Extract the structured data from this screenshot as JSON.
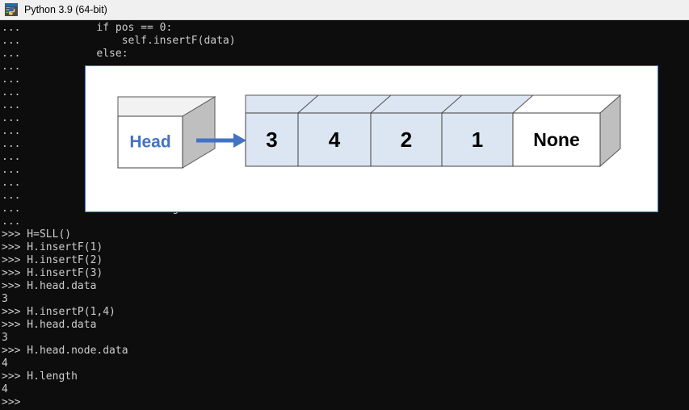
{
  "window": {
    "title": "Python 3.9 (64-bit)",
    "icon": "python-logo-icon"
  },
  "console": {
    "prompt_continuation": "...",
    "prompt_primary": ">>>",
    "lines": [
      {
        "kind": "continuation",
        "prompt": "...",
        "text": "            if pos == 0:"
      },
      {
        "kind": "continuation",
        "prompt": "...",
        "text": "                self.insertF(data)"
      },
      {
        "kind": "continuation",
        "prompt": "...",
        "text": "            else:"
      },
      {
        "kind": "continuation",
        "prompt": "...",
        "text": ""
      },
      {
        "kind": "continuation",
        "prompt": "...",
        "text": ""
      },
      {
        "kind": "continuation",
        "prompt": "...",
        "text": ""
      },
      {
        "kind": "continuation",
        "prompt": "...",
        "text": ""
      },
      {
        "kind": "continuation",
        "prompt": "...",
        "text": ""
      },
      {
        "kind": "continuation",
        "prompt": "...",
        "text": ""
      },
      {
        "kind": "continuation",
        "prompt": "...",
        "text": ""
      },
      {
        "kind": "continuation",
        "prompt": "...",
        "text": ""
      },
      {
        "kind": "continuation",
        "prompt": "...",
        "text": ""
      },
      {
        "kind": "continuation",
        "prompt": "...",
        "text": ""
      },
      {
        "kind": "continuation",
        "prompt": "...",
        "text": ""
      },
      {
        "kind": "continuation",
        "prompt": "...",
        "text": "                self.length + 1"
      },
      {
        "kind": "continuation",
        "prompt": "...",
        "text": ""
      },
      {
        "kind": "input",
        "prompt": ">>>",
        "text": " H=SLL()"
      },
      {
        "kind": "input",
        "prompt": ">>>",
        "text": " H.insertF(1)"
      },
      {
        "kind": "input",
        "prompt": ">>>",
        "text": " H.insertF(2)"
      },
      {
        "kind": "input",
        "prompt": ">>>",
        "text": " H.insertF(3)"
      },
      {
        "kind": "input",
        "prompt": ">>>",
        "text": " H.head.data"
      },
      {
        "kind": "output",
        "prompt": "",
        "text": "3"
      },
      {
        "kind": "input",
        "prompt": ">>>",
        "text": " H.insertP(1,4)"
      },
      {
        "kind": "input",
        "prompt": ">>>",
        "text": " H.head.data"
      },
      {
        "kind": "output",
        "prompt": "",
        "text": "3"
      },
      {
        "kind": "input",
        "prompt": ">>>",
        "text": " H.head.node.data"
      },
      {
        "kind": "output",
        "prompt": "",
        "text": "4"
      },
      {
        "kind": "input",
        "prompt": ">>>",
        "text": " H.length"
      },
      {
        "kind": "output",
        "prompt": "",
        "text": "4"
      },
      {
        "kind": "input",
        "prompt": ">>>",
        "text": ""
      }
    ]
  },
  "diagram": {
    "name": "singly-linked-list-diagram",
    "head_box": {
      "label": "Head",
      "face_color": "#ffffff",
      "side_color": "#bfbfbf",
      "top_color": "#f2f2f2",
      "label_color": "#4472c4"
    },
    "arrow": {
      "name": "head-pointer-arrow",
      "color": "#4472c4"
    },
    "nodes": [
      {
        "label": "3",
        "face_color": "#dce6f2",
        "top_color": "#dce6f2"
      },
      {
        "label": "4",
        "face_color": "#dce6f2",
        "top_color": "#dce6f2"
      },
      {
        "label": "2",
        "face_color": "#dce6f2",
        "top_color": "#dce6f2"
      },
      {
        "label": "1",
        "face_color": "#dce6f2",
        "top_color": "#dce6f2"
      },
      {
        "label": "None",
        "face_color": "#ffffff",
        "top_color": "#ffffff"
      }
    ],
    "panel_border_color": "#4a77c4",
    "panel_background": "#ffffff"
  },
  "colors": {
    "console_background": "#0d0d0d",
    "console_text": "#cccccc",
    "titlebar_background": "#f0f0f0",
    "accent_blue": "#4472c4"
  }
}
